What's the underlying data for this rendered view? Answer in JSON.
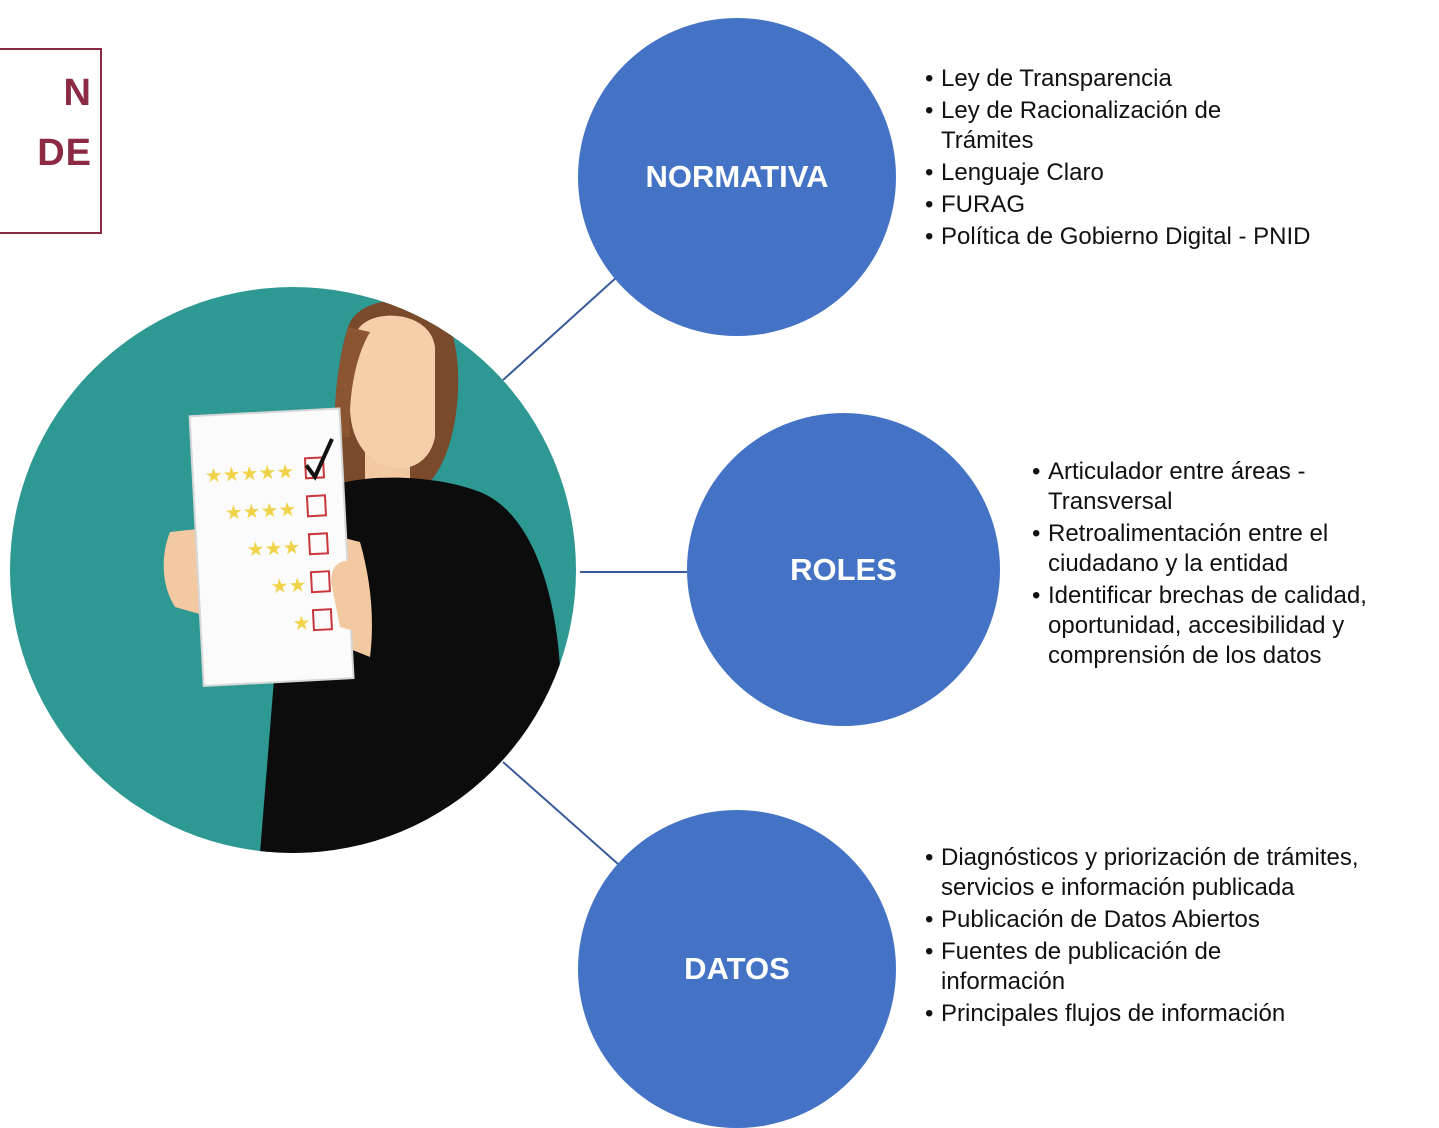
{
  "title": {
    "line1": "N",
    "line2": "DE"
  },
  "colors": {
    "accent": "#8b2a42",
    "node": "#4472c4",
    "photo_bg": "#2e9892",
    "connector": "#3a5a9a"
  },
  "illustration": {
    "icon": "person-holding-rating-checklist",
    "rating_rows": 5,
    "checked_row": 1
  },
  "nodes": [
    {
      "label": "NORMATIVA",
      "bullets": [
        "Ley de Transparencia",
        "Ley de Racionalización de Trámites",
        "Lenguaje Claro",
        "FURAG",
        "Política de Gobierno Digital - PNID"
      ]
    },
    {
      "label": "ROLES",
      "bullets": [
        "Articulador entre áreas - Transversal",
        "Retroalimentación entre el ciudadano y la entidad",
        "Identificar brechas de calidad, oportunidad, accesibilidad y comprensión de los datos"
      ]
    },
    {
      "label": "DATOS",
      "bullets": [
        "Diagnósticos y priorización de trámites, servicios e información publicada",
        "Publicación de Datos Abiertos",
        "Fuentes de publicación de información",
        "Principales flujos de información"
      ]
    }
  ]
}
